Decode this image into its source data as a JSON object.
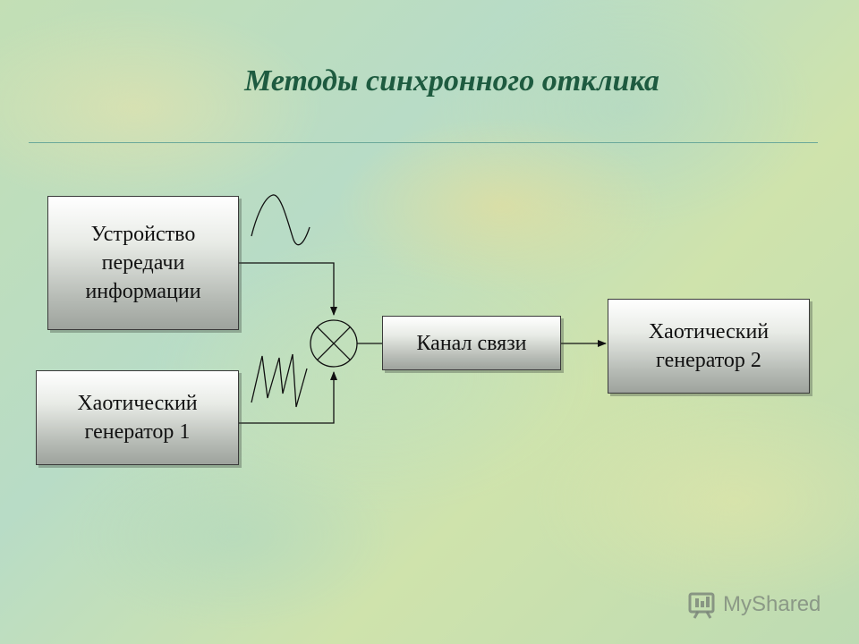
{
  "title": "Методы синхронного отклика",
  "blocks": {
    "transmitter": {
      "lines": [
        "Устройство",
        "передачи",
        "информации"
      ]
    },
    "generator1": {
      "lines": [
        "Хаотический",
        "генератор 1"
      ]
    },
    "channel": {
      "lines": [
        "Канал связи"
      ]
    },
    "generator2": {
      "lines": [
        "Хаотический",
        "генератор 2"
      ]
    }
  },
  "watermark": {
    "text": "MyShared"
  },
  "icons": {
    "mixer": "multiplier-circle-icon",
    "sine": "sine-wave-icon",
    "chaos": "chaotic-signal-icon",
    "logo": "myshared-logo-icon"
  }
}
